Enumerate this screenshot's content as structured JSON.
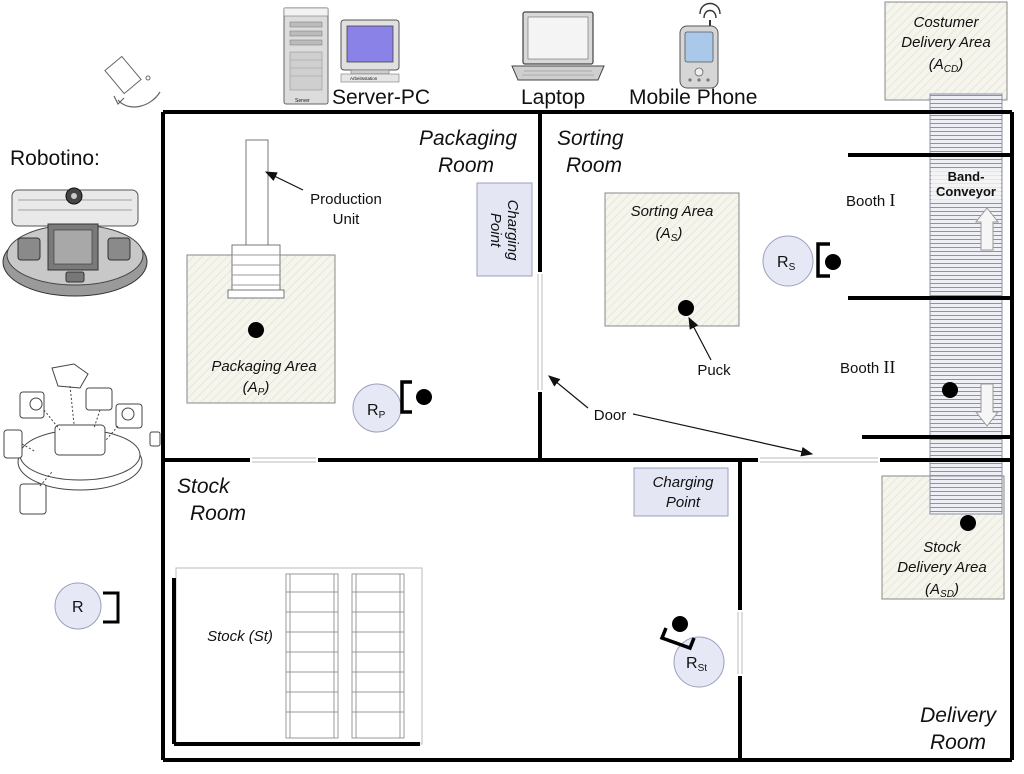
{
  "devices": {
    "server_label": "Server-PC",
    "laptop_label": "Laptop",
    "phone_label": "Mobile Phone",
    "server_tag": "Server",
    "monitor_tag": "Arbeitsstation"
  },
  "robotino": {
    "title": "Robotino:",
    "legend_robot": "R"
  },
  "rooms": {
    "packaging": [
      "Packaging",
      "Room"
    ],
    "sorting": [
      "Sorting",
      "Room"
    ],
    "stock": [
      "Stock",
      "Room"
    ],
    "delivery": [
      "Delivery",
      "Room"
    ]
  },
  "areas": {
    "customer_delivery": [
      "Costumer",
      "Delivery Area",
      "(A",
      "CD",
      ")"
    ],
    "sorting": [
      "Sorting Area",
      "(A",
      "S",
      ")"
    ],
    "packaging": [
      "Packaging Area",
      "(A",
      "P",
      ")"
    ],
    "stock_delivery": [
      "Stock",
      "Delivery Area",
      "(A",
      "SD",
      ")"
    ],
    "stock": "Stock (St)"
  },
  "charging_points": {
    "packaging": [
      "Charging",
      "Point"
    ],
    "stock": [
      "Charging",
      "Point"
    ]
  },
  "conveyor": {
    "label": [
      "Band-",
      "Conveyor"
    ]
  },
  "booths": {
    "one": [
      "Booth ",
      "I"
    ],
    "two": [
      "Booth ",
      "II"
    ]
  },
  "annotations": {
    "production_unit": [
      "Production",
      "Unit"
    ],
    "puck": "Puck",
    "door": "Door"
  },
  "robots": {
    "packaging": [
      "R",
      "P"
    ],
    "sorting": [
      "R",
      "S"
    ],
    "stock": [
      "R",
      "St"
    ]
  },
  "colors": {
    "wall": "#000000",
    "area_fill": "#f4f4ec",
    "charging_fill": "#e4e6f4",
    "robot_fill": "#e6e8f6",
    "conveyor_fill": "#e8ecf6",
    "conveyor_stripe": "#9aa0b0"
  }
}
